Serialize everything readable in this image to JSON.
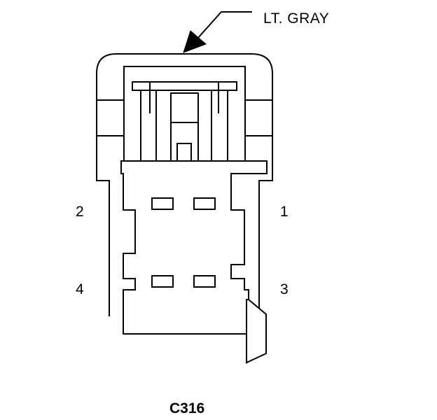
{
  "diagram": {
    "wire_color_label": "LT. GRAY",
    "connector_id": "C316",
    "pins": [
      {
        "number": "1"
      },
      {
        "number": "2"
      },
      {
        "number": "3"
      },
      {
        "number": "4"
      }
    ],
    "line_color": "#000000",
    "background_color": "#ffffff"
  }
}
